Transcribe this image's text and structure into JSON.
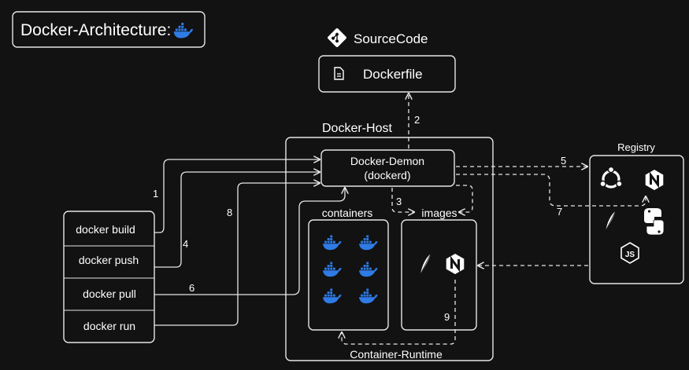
{
  "title": "Docker-Architecture:",
  "source": {
    "label": "SourceCode",
    "file": "Dockerfile"
  },
  "host": {
    "label": "Docker-Host"
  },
  "daemon": {
    "line1": "Docker-Demon",
    "line2": "(dockerd)"
  },
  "containers_label": "containers",
  "images_label": "images",
  "runtime_label": "Container-Runtime",
  "registry_label": "Registry",
  "commands": [
    {
      "label": "docker build",
      "step": "1"
    },
    {
      "label": "docker push",
      "step": "4"
    },
    {
      "label": "docker pull",
      "step": "6"
    },
    {
      "label": "docker run",
      "step": "8"
    }
  ],
  "steps": {
    "s2": "2",
    "s3": "3",
    "s5": "5",
    "s7": "7",
    "s9": "9"
  },
  "colors": {
    "background": "#121212",
    "stroke": "#e6e6e6",
    "docker_blue": "#2f7be6"
  },
  "icons": {
    "title": "docker-whale-icon",
    "source": "git-icon",
    "file": "file-icon",
    "registry": [
      "ubuntu-icon",
      "nginx-icon",
      "apache-feather-icon",
      "python-icon",
      "nodejs-icon"
    ],
    "images": [
      "apache-feather-icon",
      "nginx-icon"
    ]
  }
}
